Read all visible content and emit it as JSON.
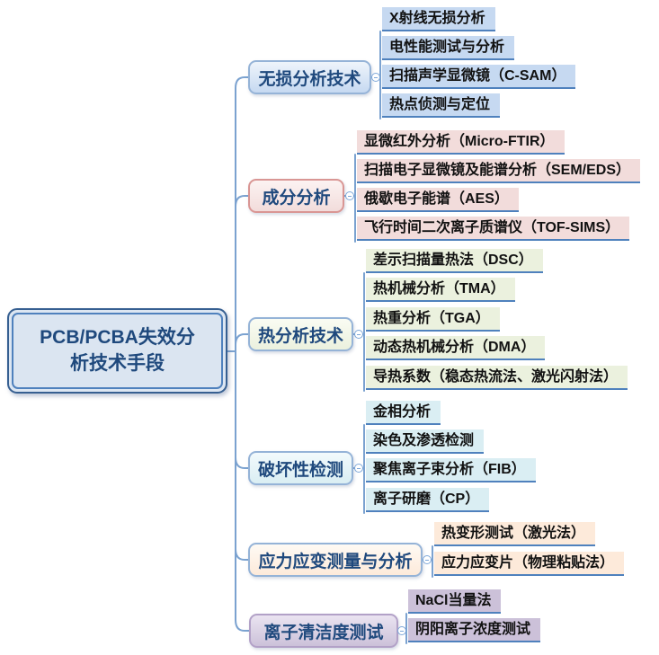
{
  "root": {
    "label": "PCB/PCBA失效分析技术手段"
  },
  "branches": [
    {
      "label": "无损分析技术",
      "node_fill": "#c6d9f1",
      "node_border": "#95b3d7",
      "leaf_fill": "#c6d9f1",
      "children": [
        "X射线无损分析",
        "电性能测试与分析",
        "扫描声学显微镜（C-SAM）",
        "热点侦测与定位"
      ]
    },
    {
      "label": "成分分析",
      "node_fill": "#f2dcdb",
      "node_border": "#d99694",
      "leaf_fill": "#f2dcdb",
      "children": [
        "显微红外分析（Micro-FTIR）",
        "扫描电子显微镜及能谱分析（SEM/EDS）",
        "俄歇电子能谱（AES）",
        "飞行时间二次离子质谱仪（TOF-SIMS）"
      ]
    },
    {
      "label": "热分析技术",
      "node_fill": "#ebf1de",
      "node_border": "#95b3d7",
      "leaf_fill": "#ebf1de",
      "children": [
        "差示扫描量热法（DSC）",
        "热机械分析（TMA）",
        "热重分析（TGA）",
        "动态热机械分析（DMA）",
        "导热系数（稳态热流法、激光闪射法）"
      ]
    },
    {
      "label": "破坏性检测",
      "node_fill": "#daeef3",
      "node_border": "#95b3d7",
      "leaf_fill": "#daeef3",
      "children": [
        "金相分析",
        "染色及渗透检测",
        "聚焦离子束分析（FIB）",
        "离子研磨（CP）"
      ]
    },
    {
      "label": "应力应变测量与分析",
      "node_fill": "#fdeada",
      "node_border": "#95b3d7",
      "leaf_fill": "#fdeada",
      "children": [
        "热变形测试（激光法）",
        "应力应变片（物理粘贴法）"
      ]
    },
    {
      "label": "离子清洁度测试",
      "node_fill": "#ccc1d9",
      "node_border": "#b2a1c7",
      "leaf_fill": "#ccc1d9",
      "children": [
        "NaCl当量法",
        "阴阳离子浓度测试"
      ]
    }
  ],
  "colors": {
    "canvas_bg": "#ffffff",
    "connector": "#7ba2d0",
    "leaf_underline": "#4f81bd",
    "branch_text": "#1f497d",
    "root_fill": "#dbe5f1",
    "root_border_outer": "#365f91",
    "root_border_inner": "#4f81bd",
    "root_text": "#1f497d",
    "leaf_text": "#111111"
  }
}
